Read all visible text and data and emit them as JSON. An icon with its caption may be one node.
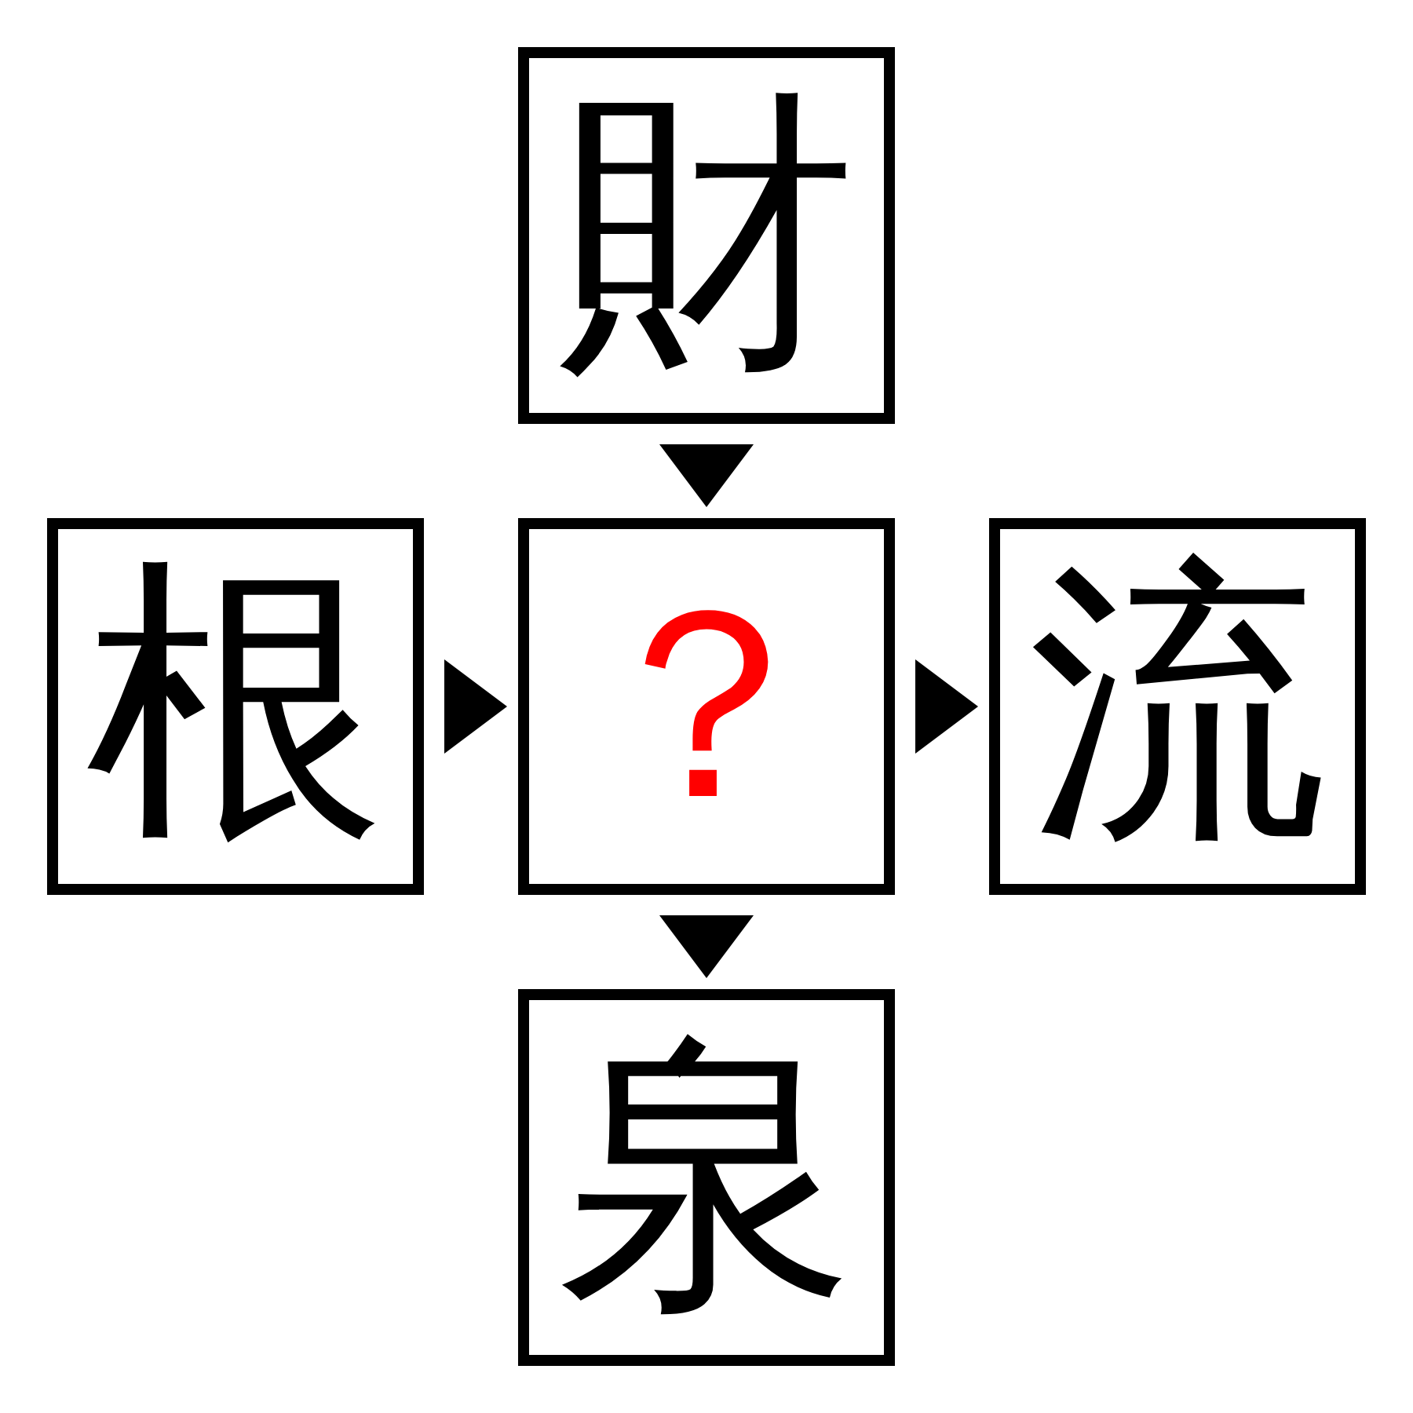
{
  "diagram": {
    "nodes": [
      {
        "text": [
          "財"
        ]
      },
      {
        "text": [
          "根"
        ]
      },
      {
        "text": [
          "？"
        ]
      },
      {
        "text": [
          "流"
        ]
      },
      {
        "text": [
          "泉"
        ]
      }
    ],
    "edges": [
      {
        "from": 0,
        "to": 2,
        "arrow": "to"
      },
      {
        "from": 1,
        "to": 2,
        "arrow": "to"
      },
      {
        "from": 2,
        "to": 3,
        "arrow": "to"
      },
      {
        "from": 2,
        "to": 4,
        "arrow": "to"
      }
    ]
  }
}
